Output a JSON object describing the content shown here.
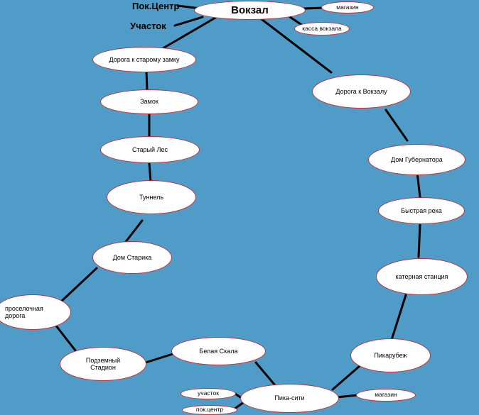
{
  "nodes": {
    "vokzal": "Вокзал",
    "magazin_top": "магазин",
    "kassa": "касса вокзала",
    "road_castle": "Дорога к старому замку",
    "zamok": "Замок",
    "stary_les": "Старый Лес",
    "tunnel": "Туннель",
    "dom_starika": "Дом Старика",
    "proselochnaya": "проселочная\nдорога",
    "podzemny": "Подземный\nСтадион",
    "belaya_skala": "Белая Скала",
    "pika_siti": "Пика-сити",
    "uchastok_bottom": "участок",
    "pokcentr_bottom": "пок.центр",
    "magazin_bottom": "магазин",
    "pikarubezh": "Пикарубеж",
    "katernaya": "катерная станция",
    "bystraya": "Быстрая река",
    "dom_gubernatora": "Дом Губернатора",
    "road_vokzal": "Дорога к Вокзалу"
  },
  "labels": {
    "pokcentr_top": "Пок.Центр",
    "uchastok_top": "Участок"
  },
  "colors": {
    "background": "#4f9cc9",
    "node_fill": "#ffffff",
    "node_border": "#c0303a",
    "edge": "#000000"
  }
}
